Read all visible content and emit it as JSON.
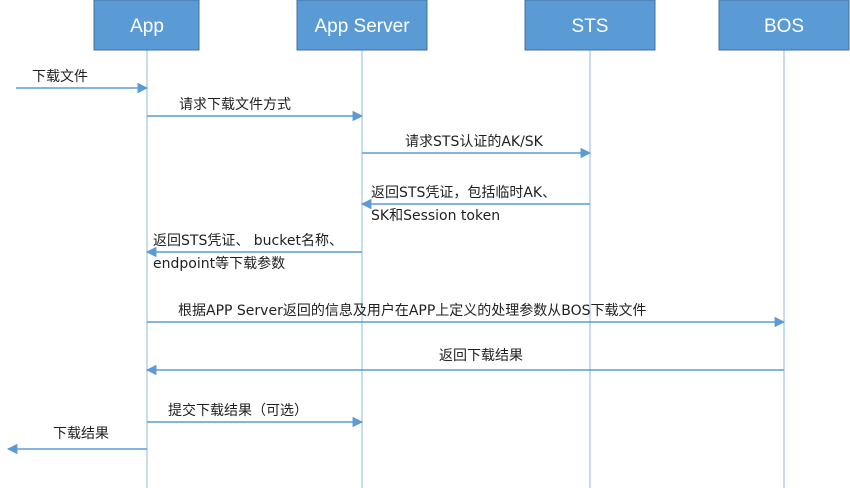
{
  "colors": {
    "participant_fill": "#5b9bd5",
    "participant_stroke": "#41719c",
    "lifeline": "#8fb9e0",
    "arrow": "#5b9bd5",
    "text": "#1f1f1f"
  },
  "participants": [
    {
      "id": "app",
      "label": "App"
    },
    {
      "id": "appserver",
      "label": "App Server"
    },
    {
      "id": "sts",
      "label": "STS"
    },
    {
      "id": "bos",
      "label": "BOS"
    }
  ],
  "messages": [
    {
      "from": "external",
      "to": "app",
      "lines": [
        "下载文件"
      ]
    },
    {
      "from": "app",
      "to": "appserver",
      "lines": [
        "请求下载文件方式"
      ]
    },
    {
      "from": "appserver",
      "to": "sts",
      "lines": [
        "请求STS认证的AK/SK"
      ]
    },
    {
      "from": "sts",
      "to": "appserver",
      "lines": [
        "返回STS凭证，包括临时AK、",
        "SK和Session token"
      ]
    },
    {
      "from": "appserver",
      "to": "app",
      "lines": [
        "返回STS凭证、 bucket名称、",
        "endpoint等下载参数"
      ]
    },
    {
      "from": "app",
      "to": "bos",
      "lines": [
        "根据APP Server返回的信息及用户在APP上定义的处理参数从BOS下载文件"
      ]
    },
    {
      "from": "bos",
      "to": "app",
      "lines": [
        "返回下载结果"
      ]
    },
    {
      "from": "app",
      "to": "appserver",
      "lines": [
        "提交下载结果（可选）"
      ]
    },
    {
      "from": "app",
      "to": "external",
      "lines": [
        "下载结果"
      ]
    }
  ]
}
